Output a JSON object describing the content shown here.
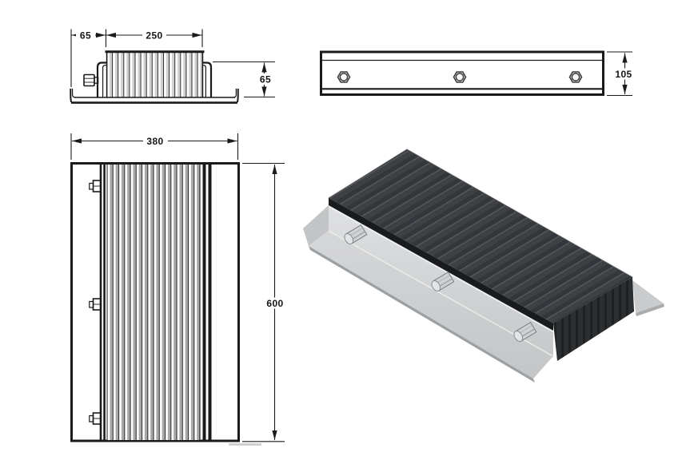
{
  "drawing": {
    "subject": "Ribbed rubber dock bumper on steel mounting channel - orthographic views with isometric rendering",
    "end_view": {
      "dim_flange_width": "65",
      "dim_block_width": "250",
      "dim_block_height": "65"
    },
    "side_view": {
      "dim_height": "105",
      "bolt_count": 3
    },
    "plan_view": {
      "dim_width": "380",
      "dim_length": "600",
      "bolt_count": 3
    },
    "iso_view": {
      "bolt_count": 3
    },
    "colors": {
      "line": "#1a1a1a",
      "rib_gray": "#a8a8a8",
      "rubber_top": "#3e4043",
      "rubber_groove": "#33363a",
      "rubber_front": "#1a1b1d",
      "rubber_end": "#2c2e30",
      "metal_web": "#d8d9db",
      "metal_flange": "#cdcfd1",
      "metal_edge": "#9da0a2"
    }
  }
}
